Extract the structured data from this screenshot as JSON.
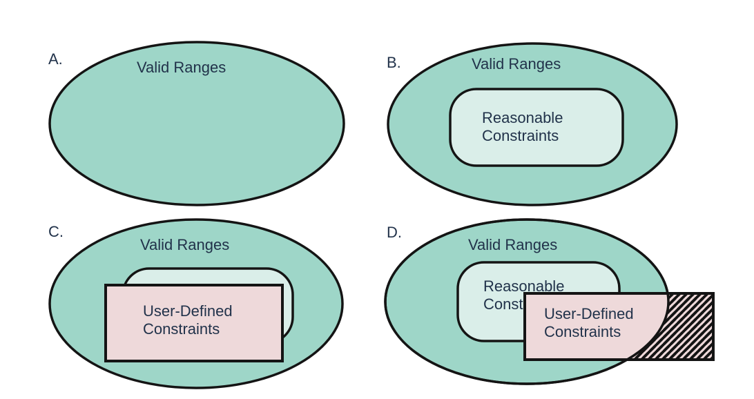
{
  "diagram": {
    "colors": {
      "valid_ranges_fill": "#9ed6c8",
      "reasonable_constraints_fill": "#daeee9",
      "user_constraints_fill": "#eed9da",
      "outline": "#141414",
      "text": "#21324a",
      "background": "#ffffff"
    },
    "panels": [
      {
        "label": "A.",
        "valid_ranges": "Valid Ranges"
      },
      {
        "label": "B.",
        "valid_ranges": "Valid Ranges",
        "reasonable_line1": "Reasonable",
        "reasonable_line2": "Constraints"
      },
      {
        "label": "C.",
        "valid_ranges": "Valid Ranges",
        "user_line1": "User-Defined",
        "user_line2": "Constraints"
      },
      {
        "label": "D.",
        "valid_ranges": "Valid Ranges",
        "reasonable_line1": "Reasonable",
        "reasonable_line2": "Constraints",
        "user_line1": "User-Defined",
        "user_line2": "Constraints"
      }
    ]
  }
}
